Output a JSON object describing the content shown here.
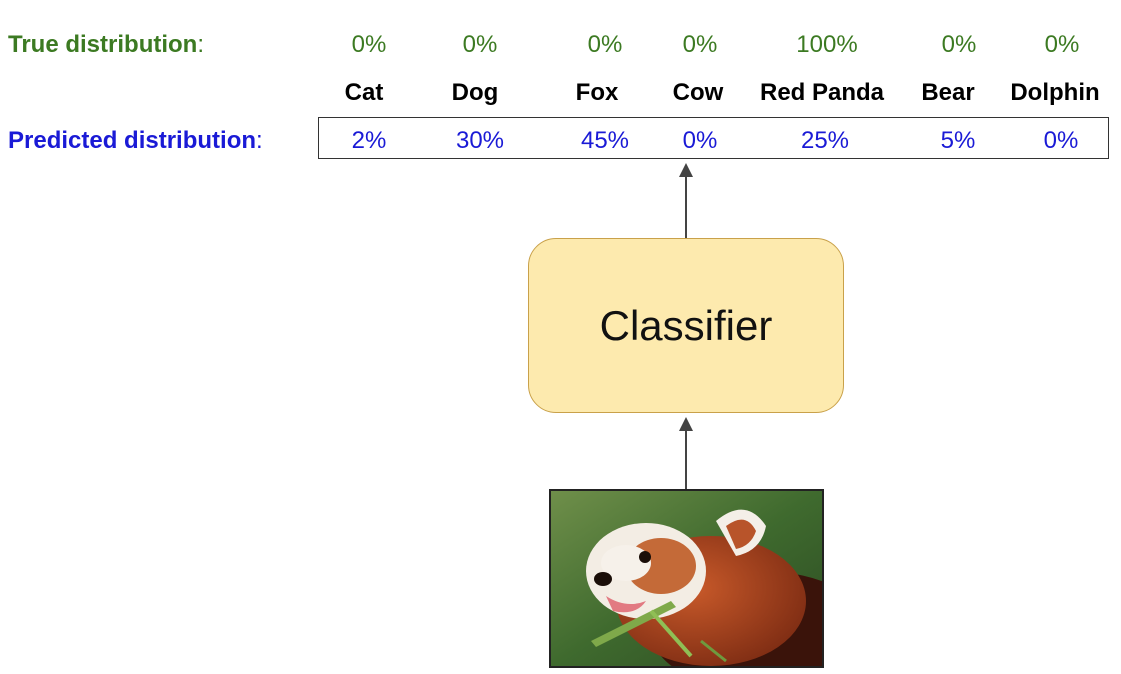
{
  "true_row": {
    "label": "True distribution",
    "colon": ":"
  },
  "pred_row": {
    "label": "Predicted distribution",
    "colon": ":"
  },
  "classes": [
    {
      "name": "Cat",
      "true": "0%",
      "pred": "2%"
    },
    {
      "name": "Dog",
      "true": "0%",
      "pred": "30%"
    },
    {
      "name": "Fox",
      "true": "0%",
      "pred": "45%"
    },
    {
      "name": "Cow",
      "true": "0%",
      "pred": "0%"
    },
    {
      "name": "Red Panda",
      "true": "100%",
      "pred": "25%"
    },
    {
      "name": "Bear",
      "true": "0%",
      "pred": "5%"
    },
    {
      "name": "Dolphin",
      "true": "0%",
      "pred": "0%"
    }
  ],
  "classifier": {
    "label": "Classifier"
  },
  "colors": {
    "true": "#3c7a22",
    "predicted": "#1a1ad6",
    "classifier_fill": "#fdeaae",
    "classifier_border": "#c9a14a"
  },
  "image": {
    "subject": "red-panda-photo"
  }
}
